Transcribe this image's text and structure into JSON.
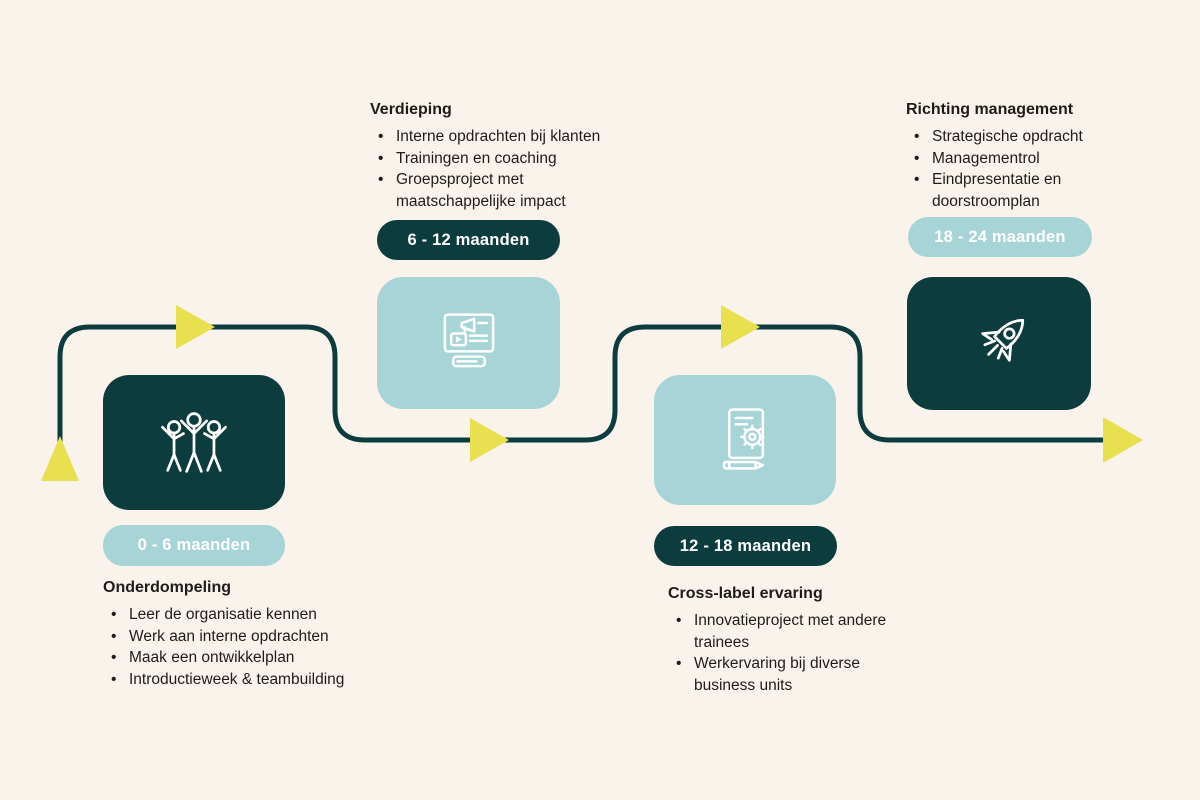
{
  "colors": {
    "background": "#FAF3EC",
    "dark_teal": "#0C3C3D",
    "light_teal": "#A7D4D7",
    "yellow": "#E8E04E",
    "text": "#1D1C1B"
  },
  "phases": [
    {
      "title": "Onderdompeling",
      "period_badge": "0 - 6 maanden",
      "icon": "team-icon",
      "card_style": "dark",
      "badge_style": "light",
      "bullets": [
        "Leer de organisatie kennen",
        "Werk aan interne opdrachten",
        "Maak een ontwikkelplan",
        "Introductieweek & teambuilding"
      ]
    },
    {
      "title": "Verdieping",
      "period_badge": "6 - 12 maanden",
      "icon": "media-campaign-icon",
      "card_style": "light",
      "badge_style": "dark",
      "bullets": [
        "Interne opdrachten bij klanten",
        "Trainingen en coaching",
        "Groepsproject met maatschappelijke impact"
      ]
    },
    {
      "title": "Cross-label ervaring",
      "period_badge": "12 - 18 maanden",
      "icon": "document-gear-icon",
      "card_style": "light",
      "badge_style": "dark",
      "bullets": [
        "Innovatieproject met andere trainees",
        "Werkervaring bij diverse business units"
      ]
    },
    {
      "title": "Richting management",
      "period_badge": "18 - 24 maanden",
      "icon": "rocket-icon",
      "card_style": "dark",
      "badge_style": "light",
      "bullets": [
        "Strategische opdracht",
        "Managementrol",
        "Eindpresentatie en doorstroomplan"
      ]
    }
  ]
}
